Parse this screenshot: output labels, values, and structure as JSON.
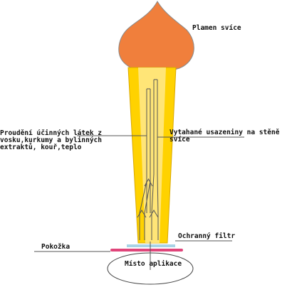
{
  "labels": {
    "flame": "Plamen svíce",
    "flow": "Proudění účinných látek z\nvosku,kurkumy a bylinných\nextraktů, kouř,teplo",
    "deposits": "Vytahané usazeniny na stěně\nsvíce",
    "filter": "Ochranný filtr",
    "skin": "Pokožka",
    "site": "Místo aplikace"
  },
  "colors": {
    "flame": "#f07f3c",
    "candle": "#ffd200",
    "candle_core": "#ffe98c",
    "skin": "#e0457a",
    "filter": "#a8d3e6",
    "line": "#555555"
  }
}
